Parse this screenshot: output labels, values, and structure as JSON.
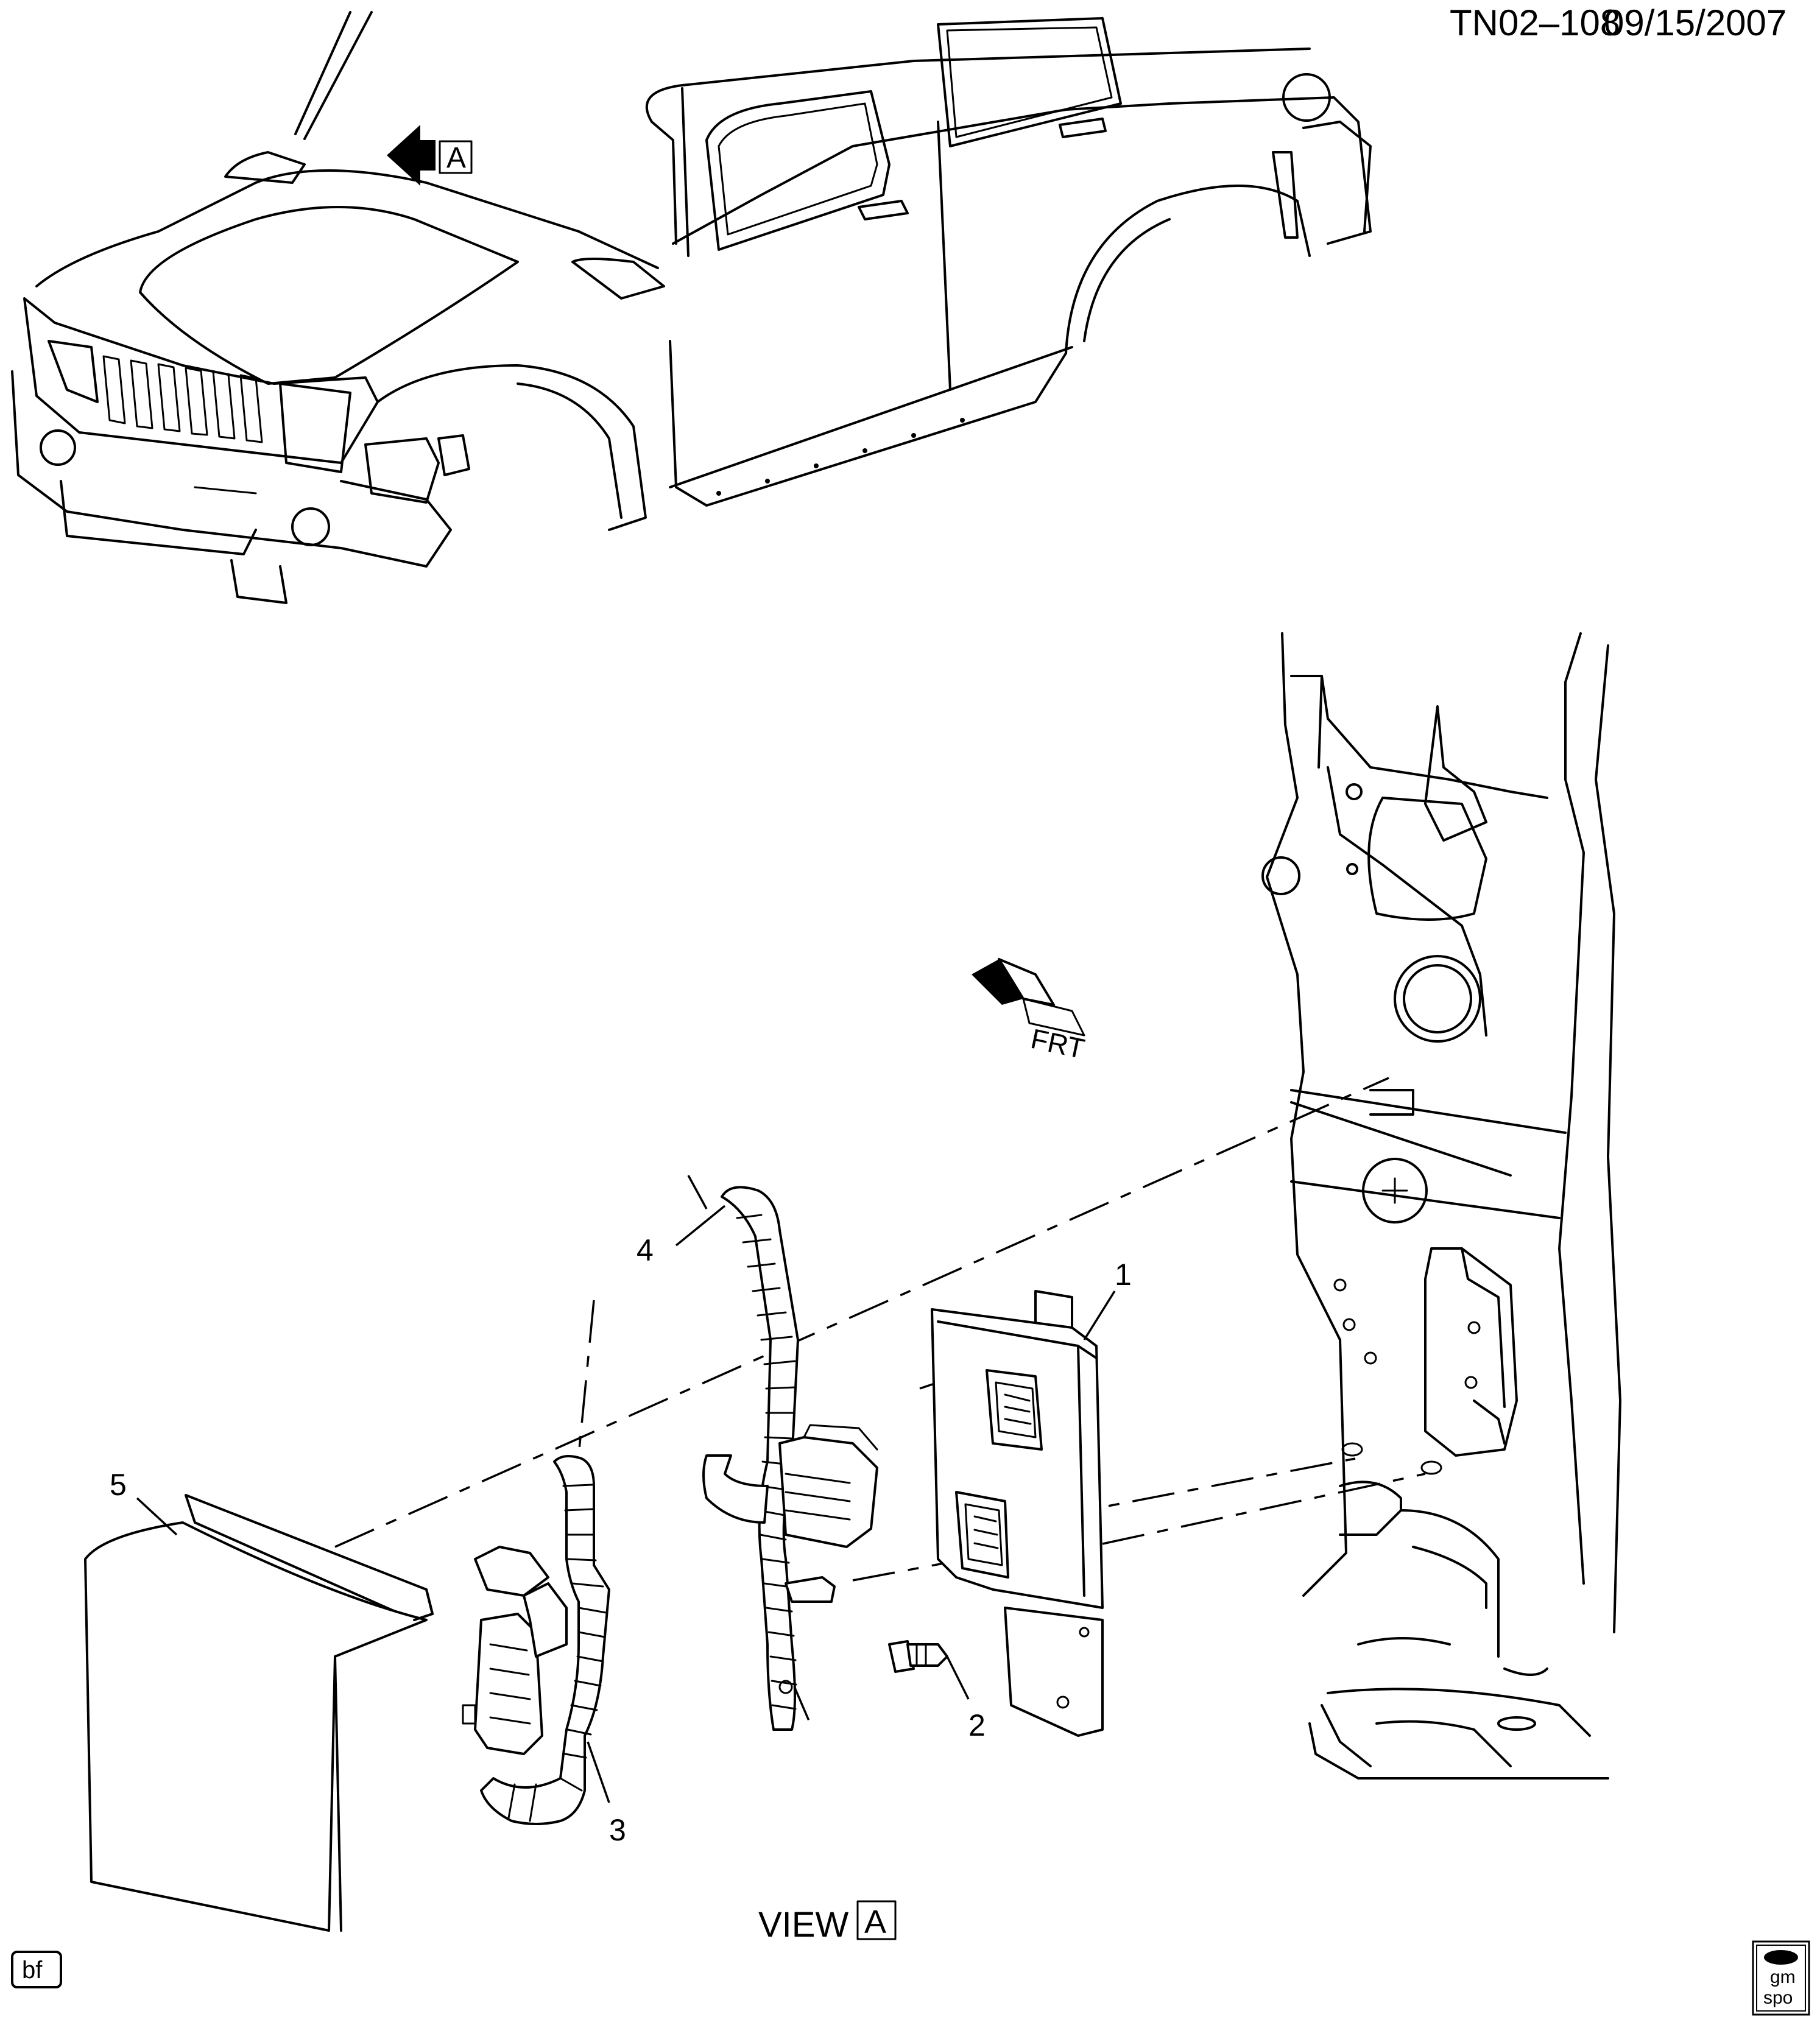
{
  "header": {
    "drawing_id": "TN02–108",
    "date": "09/15/2007"
  },
  "view_ref_top": "A",
  "view_caption": {
    "text": "VIEW",
    "ref": "A"
  },
  "front_indicator": "FRT",
  "callouts": [
    {
      "id": "1"
    },
    {
      "id": "2"
    },
    {
      "id": "3"
    },
    {
      "id": "4"
    },
    {
      "id": "5"
    }
  ],
  "footer": {
    "left_tag": "bf",
    "logo_top": "gm",
    "logo_bottom": "spo"
  }
}
